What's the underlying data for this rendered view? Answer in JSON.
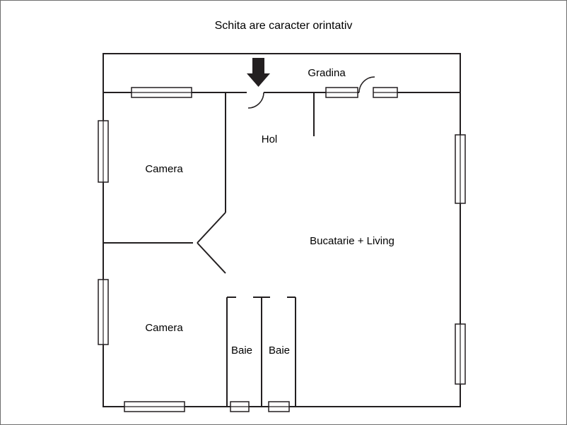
{
  "title": "Schita are caracter orintativ",
  "rooms": {
    "gradina": "Gradina",
    "hol": "Hol",
    "camera_top": "Camera",
    "camera_bottom": "Camera",
    "bucatarie_living": "Bucatarie + Living",
    "baie_left": "Baie",
    "baie_right": "Baie"
  },
  "icons": {
    "entrance_arrow": "down-arrow-icon"
  },
  "colors": {
    "wall": "#231f20",
    "text": "#000000",
    "arrow": "#231f20",
    "background": "#ffffff"
  }
}
